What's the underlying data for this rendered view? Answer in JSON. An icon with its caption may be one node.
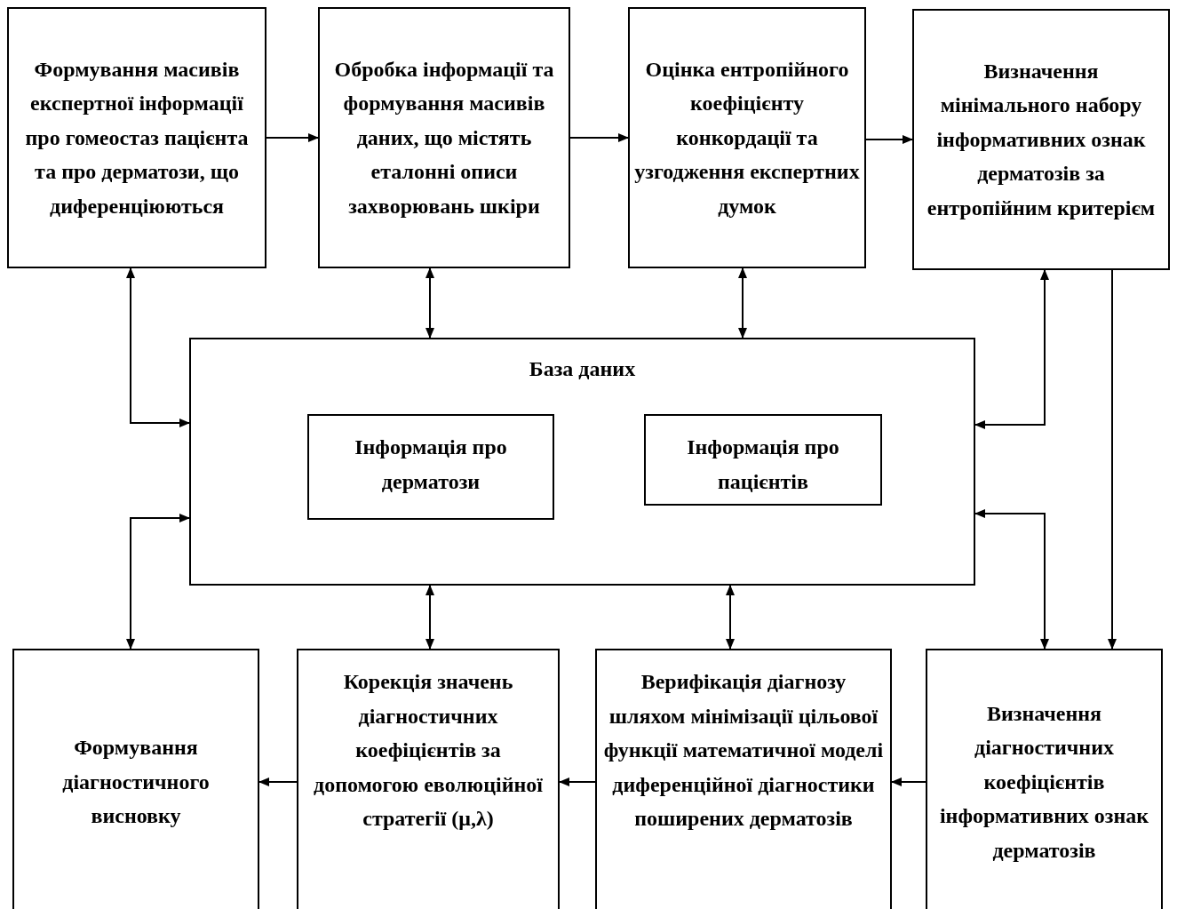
{
  "diagram": {
    "nodes": [
      {
        "text": [
          "Формування масивів експертної інформації про гомеостаз пацієнта та про дерматози, що диференціюються"
        ]
      },
      {
        "text": [
          "Обробка інформації та формування масивів даних, що містять еталонні описи захворювань шкіри"
        ]
      },
      {
        "text": [
          "Оцінка ентропійного коефіцієнту конкордації та узгодження експертних думок"
        ]
      },
      {
        "text": [
          "Визначення мінімального набору інформативних ознак дерматозів за ентропійним критерієм"
        ]
      },
      {
        "text": [
          "База даних"
        ]
      },
      {
        "text": [
          "Інформація про дерматози"
        ],
        "in": 4
      },
      {
        "text": [
          "Інформація про пацієнтів"
        ],
        "in": 4
      },
      {
        "text": [
          "Формування діагностичного висновку"
        ]
      },
      {
        "text": [
          "Корекція значень діагностичних коефіцієнтів за допомогою еволюційної стратегії (μ,λ)"
        ]
      },
      {
        "text": [
          "Верифікація діагнозу шляхом мінімізації цільової функції математичної моделі диференційної діагностики поширених дерматозів"
        ]
      },
      {
        "text": [
          "Визначення діагностичних коефіцієнтів інформативних ознак дерматозів"
        ]
      }
    ],
    "edges": [
      {
        "from": 0,
        "to": 1,
        "arrow": "to"
      },
      {
        "from": 1,
        "to": 2,
        "arrow": "to"
      },
      {
        "from": 2,
        "to": 3,
        "arrow": "to"
      },
      {
        "from": 0,
        "to": 4,
        "arrow": "both"
      },
      {
        "from": 1,
        "to": 4,
        "arrow": "both"
      },
      {
        "from": 2,
        "to": 4,
        "arrow": "both"
      },
      {
        "from": 3,
        "to": 4,
        "arrow": "both"
      },
      {
        "from": 3,
        "to": 10,
        "arrow": "to"
      },
      {
        "from": 4,
        "to": 10,
        "arrow": "both"
      },
      {
        "from": 4,
        "to": 7,
        "arrow": "both"
      },
      {
        "from": 4,
        "to": 8,
        "arrow": "both"
      },
      {
        "from": 4,
        "to": 9,
        "arrow": "both"
      },
      {
        "from": 10,
        "to": 9,
        "arrow": "to"
      },
      {
        "from": 9,
        "to": 8,
        "arrow": "to"
      },
      {
        "from": 8,
        "to": 7,
        "arrow": "to"
      }
    ]
  }
}
